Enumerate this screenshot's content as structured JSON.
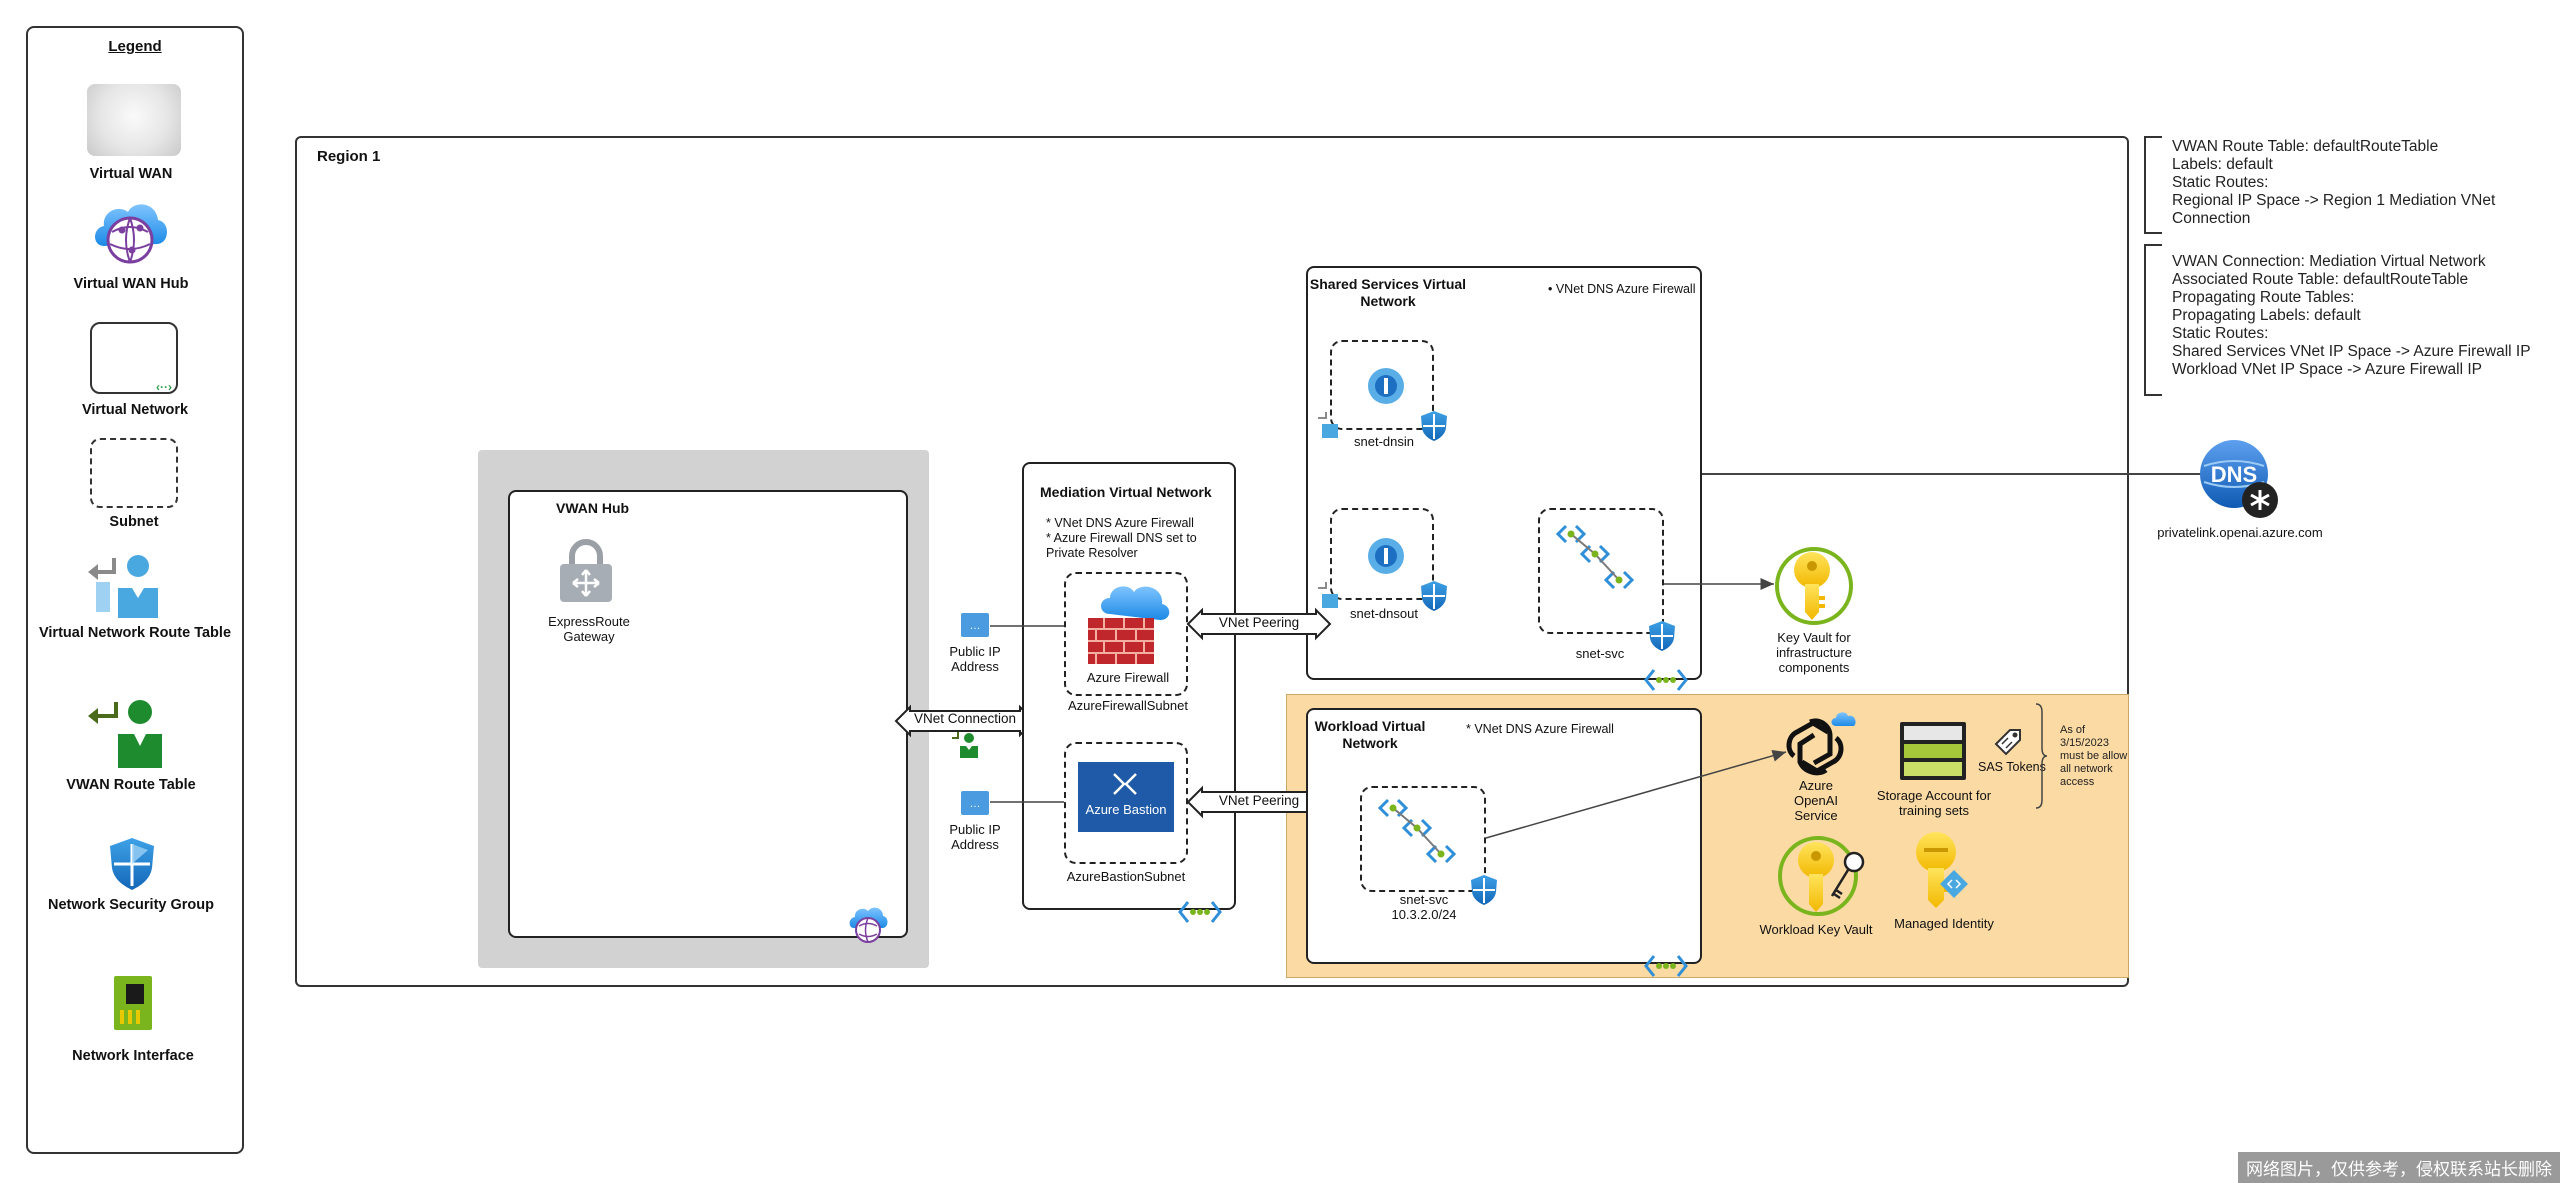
{
  "legend": {
    "title": "Legend",
    "items": [
      {
        "label": "Virtual WAN",
        "icon": "virtual-wan-icon"
      },
      {
        "label": "Virtual WAN Hub",
        "icon": "virtual-wan-hub-icon"
      },
      {
        "label": "Virtual Network",
        "icon": "virtual-network-icon"
      },
      {
        "label": "Subnet",
        "icon": "subnet-icon"
      },
      {
        "label": "Virtual Network Route Table",
        "icon": "route-table-icon"
      },
      {
        "label": "VWAN Route Table",
        "icon": "vwan-route-table-icon"
      },
      {
        "label": "Network Security Group",
        "icon": "nsg-icon"
      },
      {
        "label": "Network Interface",
        "icon": "nic-icon"
      }
    ]
  },
  "region": {
    "title": "Region 1"
  },
  "vwan_hub": {
    "title": "VWAN Hub",
    "expressroute_label": "ExpressRoute Gateway"
  },
  "mediation": {
    "title": "Mediation Virtual Network",
    "notes": "* VNet DNS Azure Firewall\n* Azure Firewall DNS set to Private Resolver",
    "firewall_label": "Azure Firewall",
    "firewall_subnet": "AzureFirewallSubnet",
    "bastion_label": "Azure Bastion",
    "bastion_subnet": "AzureBastionSubnet"
  },
  "public_ip_label": "Public IP Address",
  "vnet_connection_label": "VNet Connection",
  "vnet_peering_label": "VNet Peering",
  "shared": {
    "title": "Shared Services Virtual Network",
    "note": "• VNet DNS Azure Firewall",
    "dnsin": "snet-dnsin",
    "dnsout": "snet-dnsout",
    "svc": "snet-svc"
  },
  "workload": {
    "title": "Workload Virtual Network",
    "note": "* VNet DNS Azure Firewall",
    "svc": "snet-svc",
    "svc_cidr": "10.3.2.0/24"
  },
  "keyvault_infra": "Key Vault for infrastructure components",
  "dns_zone": "privatelink.openai.azure.com",
  "workload_resources": {
    "openai": "Azure OpenAI Service",
    "storage": "Storage Account for training sets",
    "sas": "SAS Tokens",
    "sas_note": "As of 3/15/2023 must be allow all network access",
    "kv": "Workload Key Vault",
    "mi": "Managed Identity"
  },
  "route_notes": {
    "table": "VWAN Route Table: defaultRouteTable\nLabels: default\nStatic Routes:\nRegional IP Space -> Region 1 Mediation VNet Connection",
    "connection": "VWAN Connection: Mediation Virtual Network\nAssociated Route Table: defaultRouteTable\nPropagating Route Tables:\nPropagating Labels: default\nStatic Routes:\nShared Services VNet IP Space -> Azure Firewall IP\nWorkload VNet IP Space -> Azure Firewall IP"
  },
  "watermark": "网络图片，仅供参考，侵权联系站长删除",
  "colors": {
    "azure_blue": "#0078d4",
    "workload_bg": "#fbdaa4",
    "hub_grey": "#d2d2d2",
    "firewall_red": "#c0272d",
    "route_green": "#1e8c2e"
  }
}
